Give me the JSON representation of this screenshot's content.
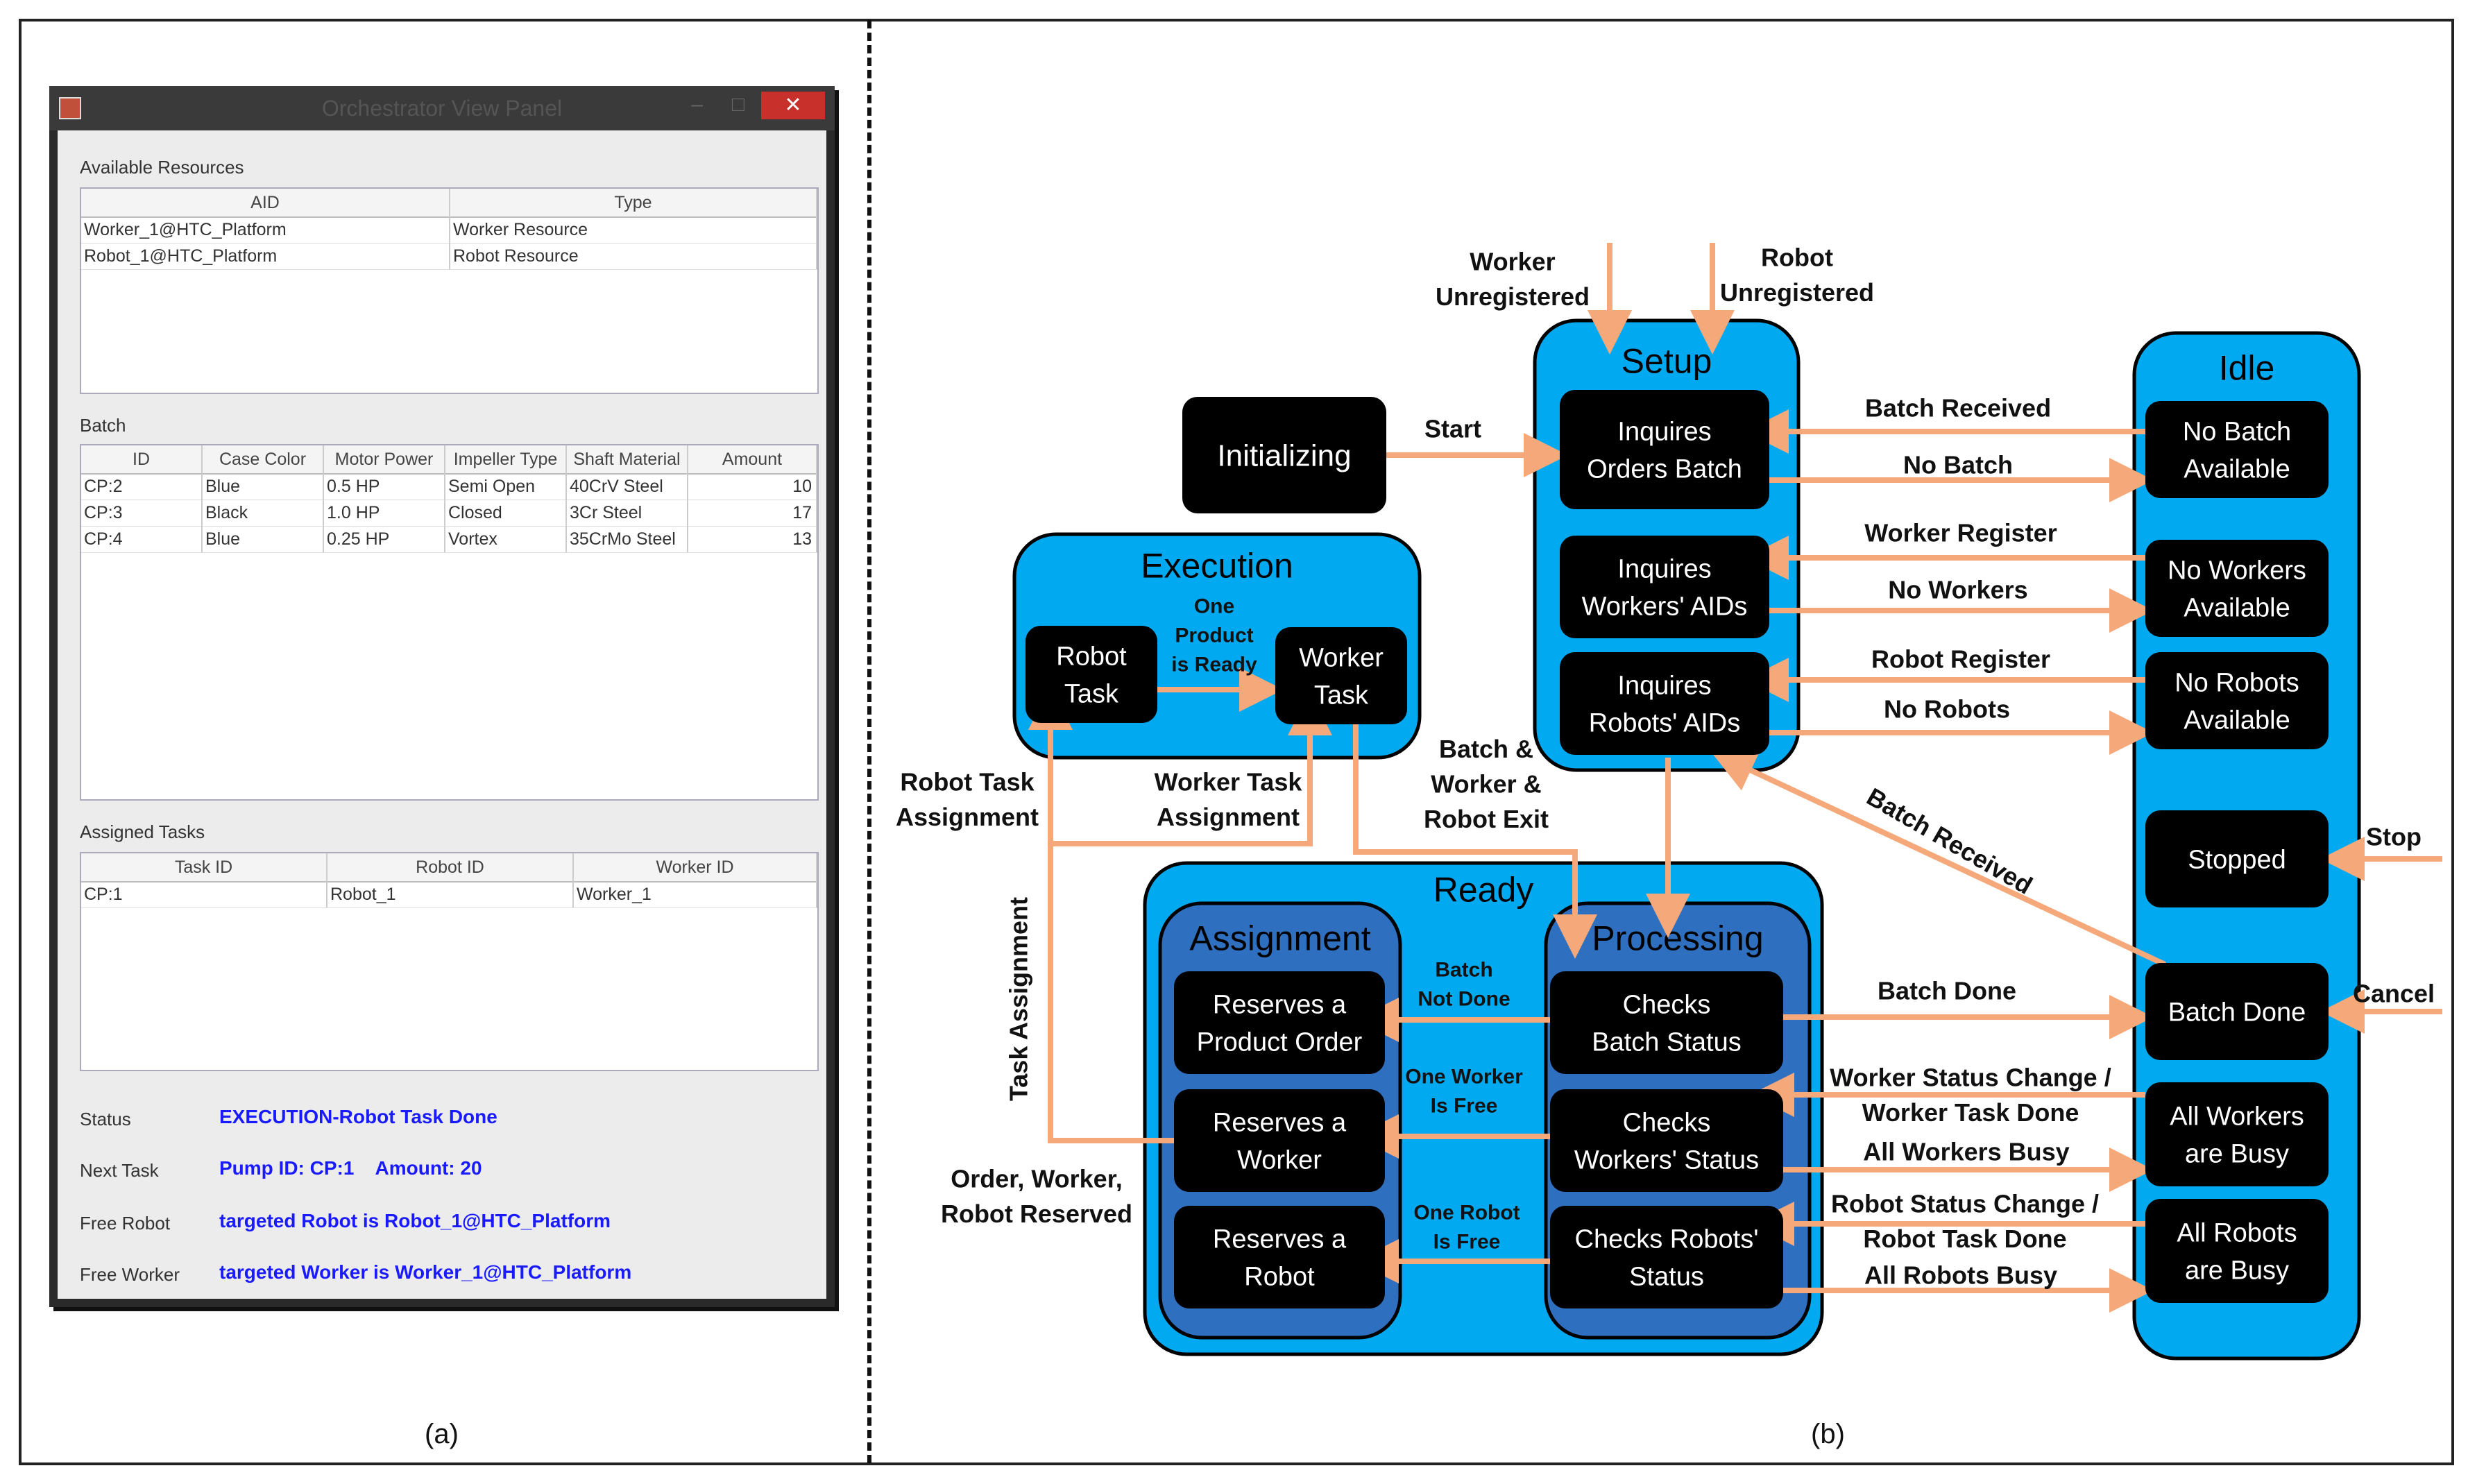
{
  "captions": {
    "a": "(a)",
    "b": "(b)"
  },
  "window": {
    "title": "Orchestrator View Panel",
    "sections": {
      "resources": "Available Resources",
      "batch": "Batch",
      "tasks": "Assigned Tasks"
    },
    "resources": {
      "columns": [
        "AID",
        "Type"
      ],
      "rows": [
        [
          "Worker_1@HTC_Platform",
          "Worker Resource"
        ],
        [
          "Robot_1@HTC_Platform",
          "Robot Resource"
        ]
      ]
    },
    "batch": {
      "columns": [
        "ID",
        "Case Color",
        "Motor Power",
        "Impeller Type",
        "Shaft Material",
        "Amount"
      ],
      "rows": [
        [
          "CP:2",
          "Blue",
          "0.5 HP",
          "Semi Open",
          "40CrV Steel",
          "10"
        ],
        [
          "CP:3",
          "Black",
          "1.0 HP",
          "Closed",
          "3Cr Steel",
          "17"
        ],
        [
          "CP:4",
          "Blue",
          "0.25 HP",
          "Vortex",
          "35CrMo Steel",
          "13"
        ]
      ]
    },
    "tasks": {
      "columns": [
        "Task ID",
        "Robot ID",
        "Worker ID"
      ],
      "rows": [
        [
          "CP:1",
          "Robot_1",
          "Worker_1"
        ]
      ]
    },
    "status": [
      {
        "label": "Status",
        "value": "EXECUTION-Robot Task Done"
      },
      {
        "label": "Next Task",
        "value": "Pump ID: CP:1    Amount: 20"
      },
      {
        "label": "Free Robot",
        "value": "targeted Robot is Robot_1@HTC_Platform"
      },
      {
        "label": "Free Worker",
        "value": "targeted Worker is Worker_1@HTC_Platform"
      }
    ]
  },
  "diagram": {
    "colors": {
      "container": "#00a9f0",
      "inner_container": "#2e6fbf",
      "state": "#000000",
      "arrow": "#f5a87a"
    },
    "containers": {
      "setup": "Setup",
      "idle": "Idle",
      "execution": "Execution",
      "ready": "Ready",
      "assignment": "Assignment",
      "processing": "Processing"
    },
    "states": {
      "initializing": [
        "Initializing"
      ],
      "inquires_orders": [
        "Inquires",
        "Orders Batch"
      ],
      "inquires_workers": [
        "Inquires",
        "Workers' AIDs"
      ],
      "inquires_robots": [
        "Inquires",
        "Robots' AIDs"
      ],
      "no_batch": [
        "No Batch",
        "Available"
      ],
      "no_workers": [
        "No Workers",
        "Available"
      ],
      "no_robots": [
        "No Robots",
        "Available"
      ],
      "stopped": [
        "Stopped"
      ],
      "batch_done": [
        "Batch Done"
      ],
      "all_workers_busy": [
        "All Workers",
        "are Busy"
      ],
      "all_robots_busy": [
        "All Robots",
        "are Busy"
      ],
      "robot_task": [
        "Robot",
        "Task"
      ],
      "worker_task": [
        "Worker",
        "Task"
      ],
      "reserves_order": [
        "Reserves a",
        "Product Order"
      ],
      "reserves_worker": [
        "Reserves a",
        "Worker"
      ],
      "reserves_robot": [
        "Reserves a",
        "Robot"
      ],
      "checks_batch": [
        "Checks",
        "Batch Status"
      ],
      "checks_workers": [
        "Checks",
        "Workers' Status"
      ],
      "checks_robots": [
        "Checks Robots'",
        "Status"
      ]
    },
    "labels": {
      "worker_unregistered": [
        "Worker",
        "Unregistered"
      ],
      "robot_unregistered": [
        "Robot",
        "Unregistered"
      ],
      "start": [
        "Start"
      ],
      "batch_received_top": [
        "Batch Received"
      ],
      "no_batch": [
        "No Batch"
      ],
      "worker_register": [
        "Worker Register"
      ],
      "no_workers": [
        "No Workers"
      ],
      "robot_register": [
        "Robot Register"
      ],
      "no_robots": [
        "No Robots"
      ],
      "one_product_ready": [
        "One",
        "Product",
        "is Ready"
      ],
      "batch_worker_robot_exit": [
        "Batch &",
        "Worker &",
        "Robot Exit"
      ],
      "batch_received_diag": [
        "Batch Received"
      ],
      "stop": [
        "Stop"
      ],
      "cancel": [
        "Cancel"
      ],
      "robot_task_assignment": [
        "Robot Task",
        "Assignment"
      ],
      "worker_task_assignment": [
        "Worker Task",
        "Assignment"
      ],
      "task_assignment": [
        "Task Assignment"
      ],
      "batch_not_done": [
        "Batch",
        "Not Done"
      ],
      "one_worker_free": [
        "One Worker",
        "Is Free"
      ],
      "one_robot_free": [
        "One Robot",
        "Is Free"
      ],
      "batch_done": [
        "Batch Done"
      ],
      "worker_status_change": [
        "Worker Status Change /",
        "Worker Task Done"
      ],
      "all_workers_busy": [
        "All Workers Busy"
      ],
      "robot_status_change": [
        "Robot Status Change /",
        "Robot Task Done"
      ],
      "all_robots_busy": [
        "All Robots Busy"
      ],
      "order_worker_robot_reserved": [
        "Order, Worker,",
        "Robot Reserved"
      ]
    }
  }
}
